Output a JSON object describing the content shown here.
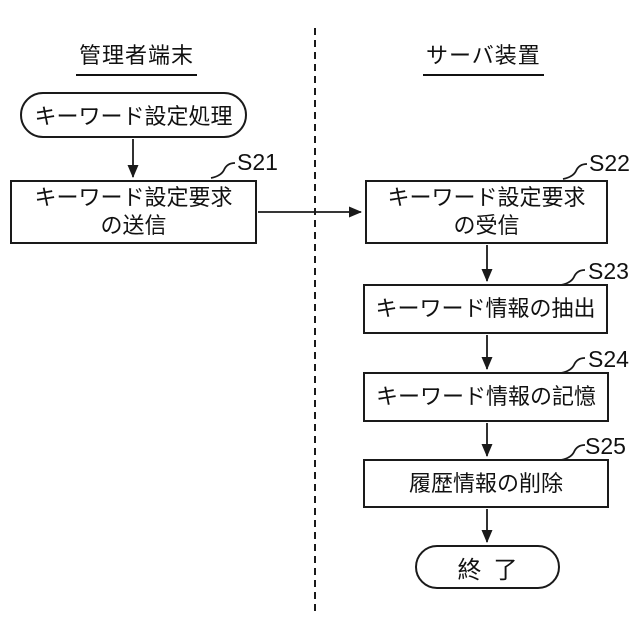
{
  "lanes": {
    "left": {
      "title": "管理者端末"
    },
    "right": {
      "title": "サーバ装置"
    }
  },
  "nodes": {
    "start": {
      "label": "キーワード設定処理"
    },
    "s21": {
      "step_label": "S21",
      "text_line1": "キーワード設定要求",
      "text_line2": "の送信"
    },
    "s22": {
      "step_label": "S22",
      "text_line1": "キーワード設定要求",
      "text_line2": "の受信"
    },
    "s23": {
      "step_label": "S23",
      "text": "キーワード情報の抽出"
    },
    "s24": {
      "step_label": "S24",
      "text": "キーワード情報の記憶"
    },
    "s25": {
      "step_label": "S25",
      "text": "履歴情報の削除"
    },
    "end": {
      "label": "終了"
    }
  },
  "colors": {
    "line": "#1a1a1a",
    "background": "#ffffff"
  }
}
